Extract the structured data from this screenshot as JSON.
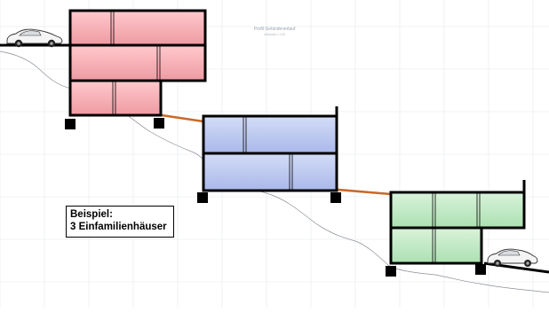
{
  "diagram": {
    "title": "Profil Geländeverlauf",
    "subtitle": "Maßstab 1:100",
    "example_label_line1": "Beispiel:",
    "example_label_line2": "3 Einfamilienhäuser",
    "houses": [
      {
        "name": "house-1-red",
        "floors": 3,
        "fill": "#f3aab0"
      },
      {
        "name": "house-2-blue",
        "floors": 2,
        "fill": "#b8c5ee"
      },
      {
        "name": "house-3-green",
        "floors": 2,
        "fill": "#bfe6c3"
      }
    ],
    "colors": {
      "red_top": "#ffc9cd",
      "red_bottom": "#ee9aa2",
      "blue_top": "#d4dcf7",
      "blue_bottom": "#a9b8ea",
      "green_top": "#d9f3da",
      "green_bottom": "#ace0b1",
      "connector": "#c86a28",
      "outline": "#000000",
      "grid": "#e4e8ee",
      "terrain": "#8a8f96"
    },
    "icons": [
      "car-icon-left",
      "car-icon-right"
    ]
  }
}
